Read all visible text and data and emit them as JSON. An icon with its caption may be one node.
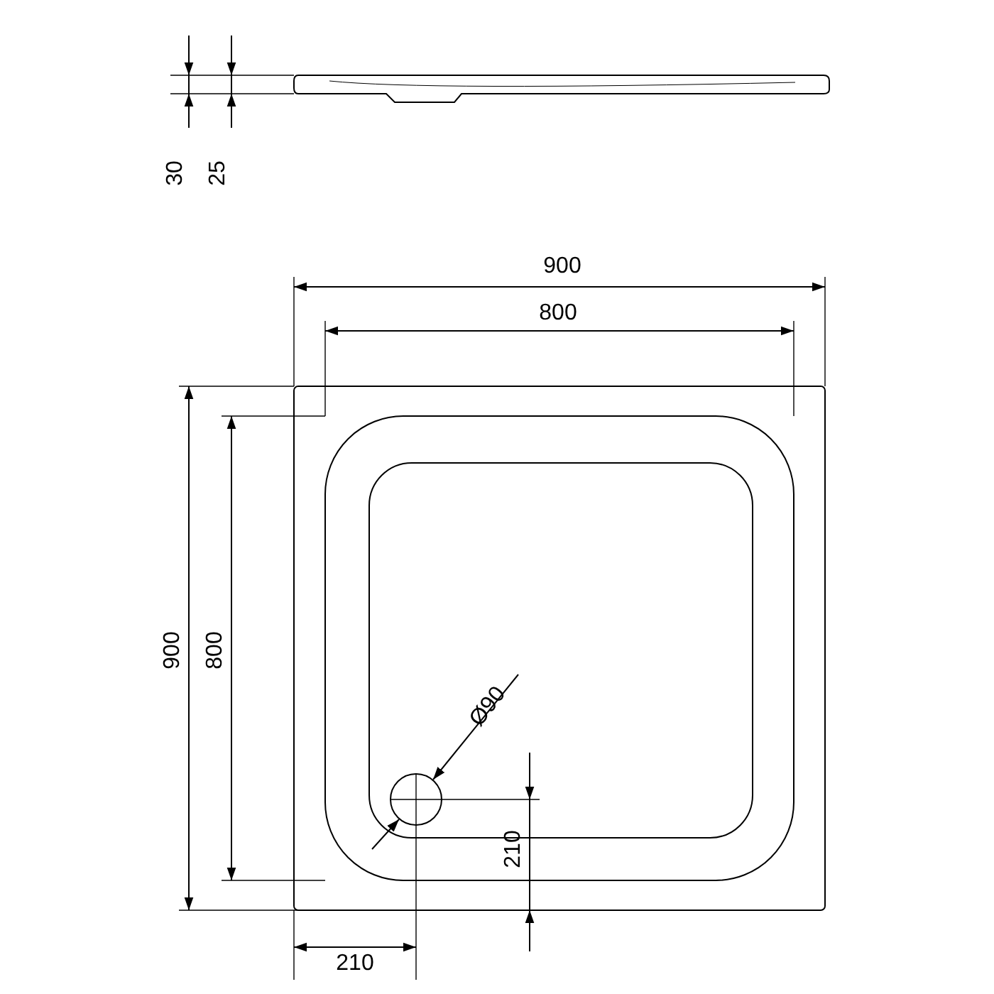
{
  "diagram": {
    "labels": [
      "30",
      "25",
      "900",
      "800",
      "900",
      "800",
      "Ø90",
      "210",
      "210"
    ]
  }
}
